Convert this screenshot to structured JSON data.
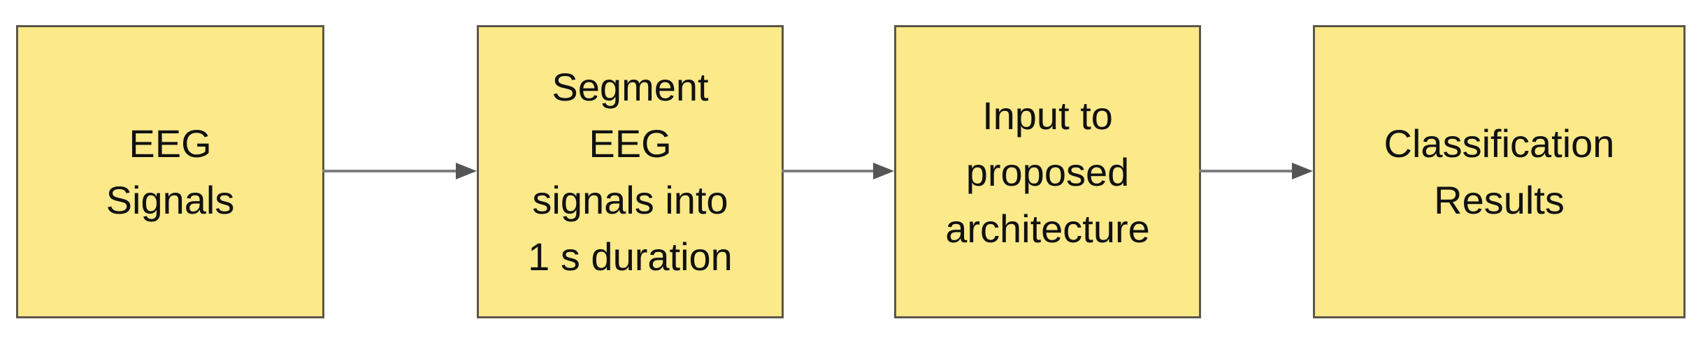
{
  "diagram": {
    "type": "flowchart",
    "direction": "left-to-right",
    "colors": {
      "box_fill": "#fbe98a",
      "box_border": "#5b5647",
      "arrow_line": "#7f7f7f",
      "arrow_head": "#555555",
      "text": "#111111"
    },
    "nodes": [
      {
        "id": "n1",
        "label": "EEG\nSignals"
      },
      {
        "id": "n2",
        "label": "Segment\nEEG\nsignals into\n1 s duration"
      },
      {
        "id": "n3",
        "label": "Input to\nproposed\narchitecture"
      },
      {
        "id": "n4",
        "label": "Classification\nResults"
      }
    ],
    "edges": [
      {
        "from": "n1",
        "to": "n2"
      },
      {
        "from": "n2",
        "to": "n3"
      },
      {
        "from": "n3",
        "to": "n4"
      }
    ]
  }
}
